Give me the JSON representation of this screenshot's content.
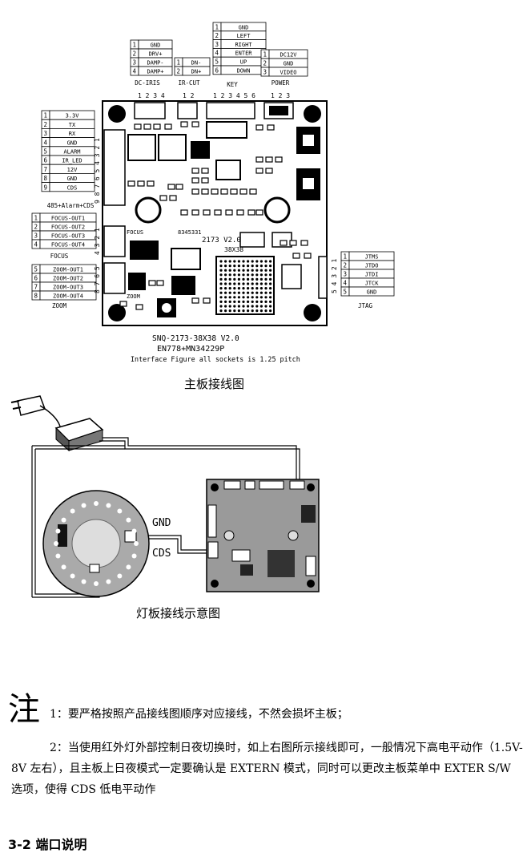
{
  "top_figure": {
    "connectors": {
      "dc_iris": {
        "pins": [
          "GND",
          "DRV+",
          "DAMP-",
          "DAMP+"
        ],
        "label": "DC-IRIS",
        "pin_numbers": "1 2 3 4"
      },
      "ir_cut": {
        "pins": [
          "DN-",
          "DN+"
        ],
        "label": "IR-CUT",
        "pin_numbers": "1 2"
      },
      "key": {
        "pins": [
          "GND",
          "LEFT",
          "RIGHT",
          "ENTER",
          "UP",
          "DOWN"
        ],
        "label": "KEY",
        "pin_numbers": "1 2 3 4 5 6"
      },
      "power": {
        "pins": [
          "DC12V",
          "GND",
          "VIDEO"
        ],
        "label": "POWER",
        "pin_numbers": "1 2 3"
      },
      "rs485": {
        "pins": [
          "3.3V",
          "TX",
          "RX",
          "GND",
          "ALARM",
          "IR_LED",
          "12V",
          "GND",
          "CDS"
        ],
        "label": "485+Alarm+CDS",
        "pin_numbers": "9 8 7 6 5 4 3 2 1"
      },
      "focus": {
        "pins": [
          "FOCUS-OUT1",
          "FOCUS-OUT2",
          "FOCUS-OUT3",
          "FOCUS-OUT4"
        ],
        "label": "FOCUS",
        "pin_numbers": "4 3 2 1"
      },
      "zoom": {
        "pins": [
          "ZOOM-OUT1",
          "ZOOM-OUT2",
          "ZOOM-OUT3",
          "ZOOM-OUT4"
        ],
        "label": "ZOOM",
        "pin_numbers": "8 7 6 5",
        "pin_index": [
          "5",
          "6",
          "7",
          "8"
        ]
      },
      "jtag": {
        "pins": [
          "JTMS",
          "JTDO",
          "JTDI",
          "JTCK",
          "GND"
        ],
        "label": "JTAG",
        "pin_numbers": "5 4 3 2 1"
      }
    },
    "board_labels": {
      "model": "2173 V2.0",
      "size": "38X38",
      "chip": "8345331",
      "focus_silk": "FOCUS",
      "zoom_silk": "ZOOM"
    },
    "caption_line1": "SNQ-2173-38X38  V2.0",
    "caption_line2": "EN778+MN34229P",
    "caption_line3": "Interface Figure   all sockets is 1.25 pitch",
    "title": "主板接线图"
  },
  "bottom_figure": {
    "gnd_label": "GND",
    "cds_label": "CDS",
    "title": "灯板接线示意图"
  },
  "notes": {
    "big_char": "注",
    "note1": "1：要严格按照产品接线图顺序对应接线，不然会损坏主板；",
    "note2": "2：当使用红外灯外部控制日夜切换时，如上右图所示接线即可，一般情况下高电平动作（1.5V-8V 左右），且主板上日夜模式一定要确认是 EXTERN 模式，同时可以更改主板菜单中 EXTER S/W 选项，使得 CDS 低电平动作"
  },
  "section_title": "3-2 端口说明"
}
